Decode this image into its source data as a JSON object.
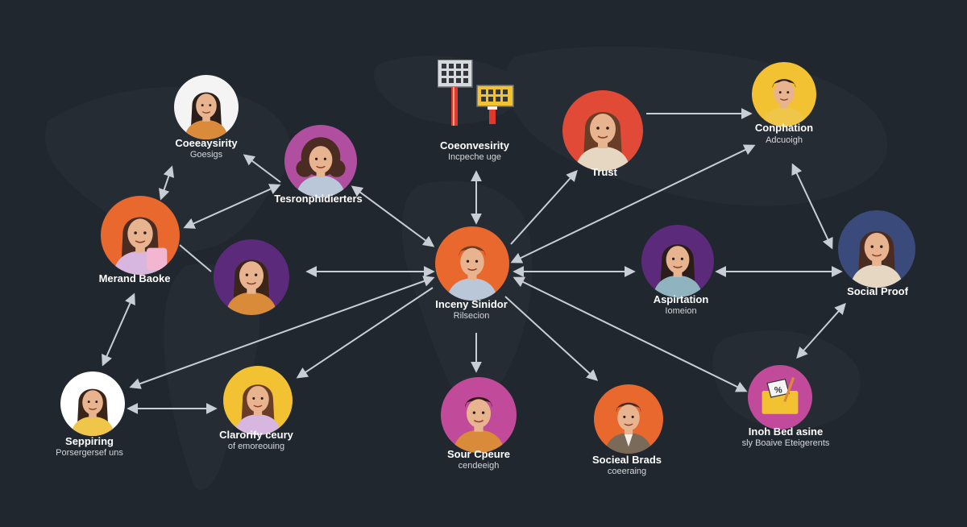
{
  "colors": {
    "background": "#21272e",
    "map": "#2a3038",
    "arrow": "#c9ced4",
    "skin": "#e8b48f",
    "hair_dark": "#2a1d1a",
    "hair_brown": "#4a2c22"
  },
  "nodes": [
    {
      "id": "n1",
      "title": "Coeeaysirity",
      "subtitle": "Goesigs",
      "avatar_bg": "#f4f4f4",
      "icon": "woman-portrait-icon"
    },
    {
      "id": "n2",
      "title": "Tesronphidierters",
      "subtitle": "",
      "avatar_bg": "#b04fa0",
      "icon": "woman-curly-hair-icon"
    },
    {
      "id": "n3",
      "title": "Coeonvesirity",
      "subtitle": "Incpeche uge",
      "avatar_bg": "",
      "icon": "billboard-signs-icon"
    },
    {
      "id": "n4",
      "title": "Trust",
      "subtitle": "",
      "avatar_bg": "#e24a38",
      "icon": "woman-long-hair-icon"
    },
    {
      "id": "n5",
      "title": "Conphation",
      "subtitle": "Adcuoigh",
      "avatar_bg": "#f2c232",
      "icon": "man-portrait-icon"
    },
    {
      "id": "n6",
      "title": "Merand Baoke",
      "subtitle": "",
      "avatar_bg": "#e8682e",
      "icon": "woman-holding-bag-icon"
    },
    {
      "id": "n7",
      "title": "",
      "subtitle": "",
      "avatar_bg": "#5c2a7a",
      "icon": "woman-portrait-icon"
    },
    {
      "id": "n8",
      "title": "Inceny Sinidor",
      "subtitle": "Rilsecion",
      "avatar_bg": "#e8682e",
      "icon": "man-portrait-icon"
    },
    {
      "id": "n9",
      "title": "Aspirtation",
      "subtitle": "Iomeion",
      "avatar_bg": "#5c2a7a",
      "icon": "woman-long-hair-icon"
    },
    {
      "id": "n10",
      "title": "Social Proof",
      "subtitle": "",
      "avatar_bg": "#3a4a7a",
      "icon": "woman-portrait-icon"
    },
    {
      "id": "n11",
      "title": "Seppiring",
      "subtitle": "Porsergersef uns",
      "avatar_bg": "#ffffff",
      "icon": "woman-smiling-icon"
    },
    {
      "id": "n12",
      "title": "Clarorify ceury",
      "subtitle": "of emoreouing",
      "avatar_bg": "#f2c232",
      "icon": "woman-portrait-icon"
    },
    {
      "id": "n13",
      "title": "Sour Cpeure",
      "subtitle": "cendeeigh",
      "avatar_bg": "#c24a9a",
      "icon": "man-portrait-icon"
    },
    {
      "id": "n14",
      "title": "Socieal Brads",
      "subtitle": "coeeraing",
      "avatar_bg": "#e8682e",
      "icon": "man-blazer-icon"
    },
    {
      "id": "n15",
      "title": "Inoh Bed asine",
      "subtitle": "sly Boaive Eteigerents",
      "avatar_bg": "#c24a9a",
      "icon": "discount-tag-icon"
    }
  ],
  "edges": [
    {
      "from": "n1",
      "to": "n6",
      "heads": "both"
    },
    {
      "from": "n2",
      "to": "n1",
      "heads": "end"
    },
    {
      "from": "n2",
      "to": "n6",
      "heads": "both"
    },
    {
      "from": "n6",
      "to": "n7",
      "heads": "none"
    },
    {
      "from": "n2",
      "to": "n8",
      "heads": "both"
    },
    {
      "from": "n3",
      "to": "n8",
      "heads": "both"
    },
    {
      "from": "n8",
      "to": "n4",
      "heads": "end"
    },
    {
      "from": "n4",
      "to": "n5",
      "heads": "end"
    },
    {
      "from": "n8",
      "to": "n5",
      "heads": "both"
    },
    {
      "from": "n7",
      "to": "n8",
      "heads": "both"
    },
    {
      "from": "n8",
      "to": "n9",
      "heads": "both"
    },
    {
      "from": "n9",
      "to": "n10",
      "heads": "both"
    },
    {
      "from": "n5",
      "to": "n10",
      "heads": "both"
    },
    {
      "from": "n6",
      "to": "n11",
      "heads": "both"
    },
    {
      "from": "n11",
      "to": "n12",
      "heads": "both"
    },
    {
      "from": "n8",
      "to": "n11",
      "heads": "both"
    },
    {
      "from": "n8",
      "to": "n12",
      "heads": "end"
    },
    {
      "from": "n8",
      "to": "n13",
      "heads": "end"
    },
    {
      "from": "n8",
      "to": "n14",
      "heads": "end"
    },
    {
      "from": "n8",
      "to": "n15",
      "heads": "both"
    },
    {
      "from": "n15",
      "to": "n10",
      "heads": "both"
    }
  ]
}
